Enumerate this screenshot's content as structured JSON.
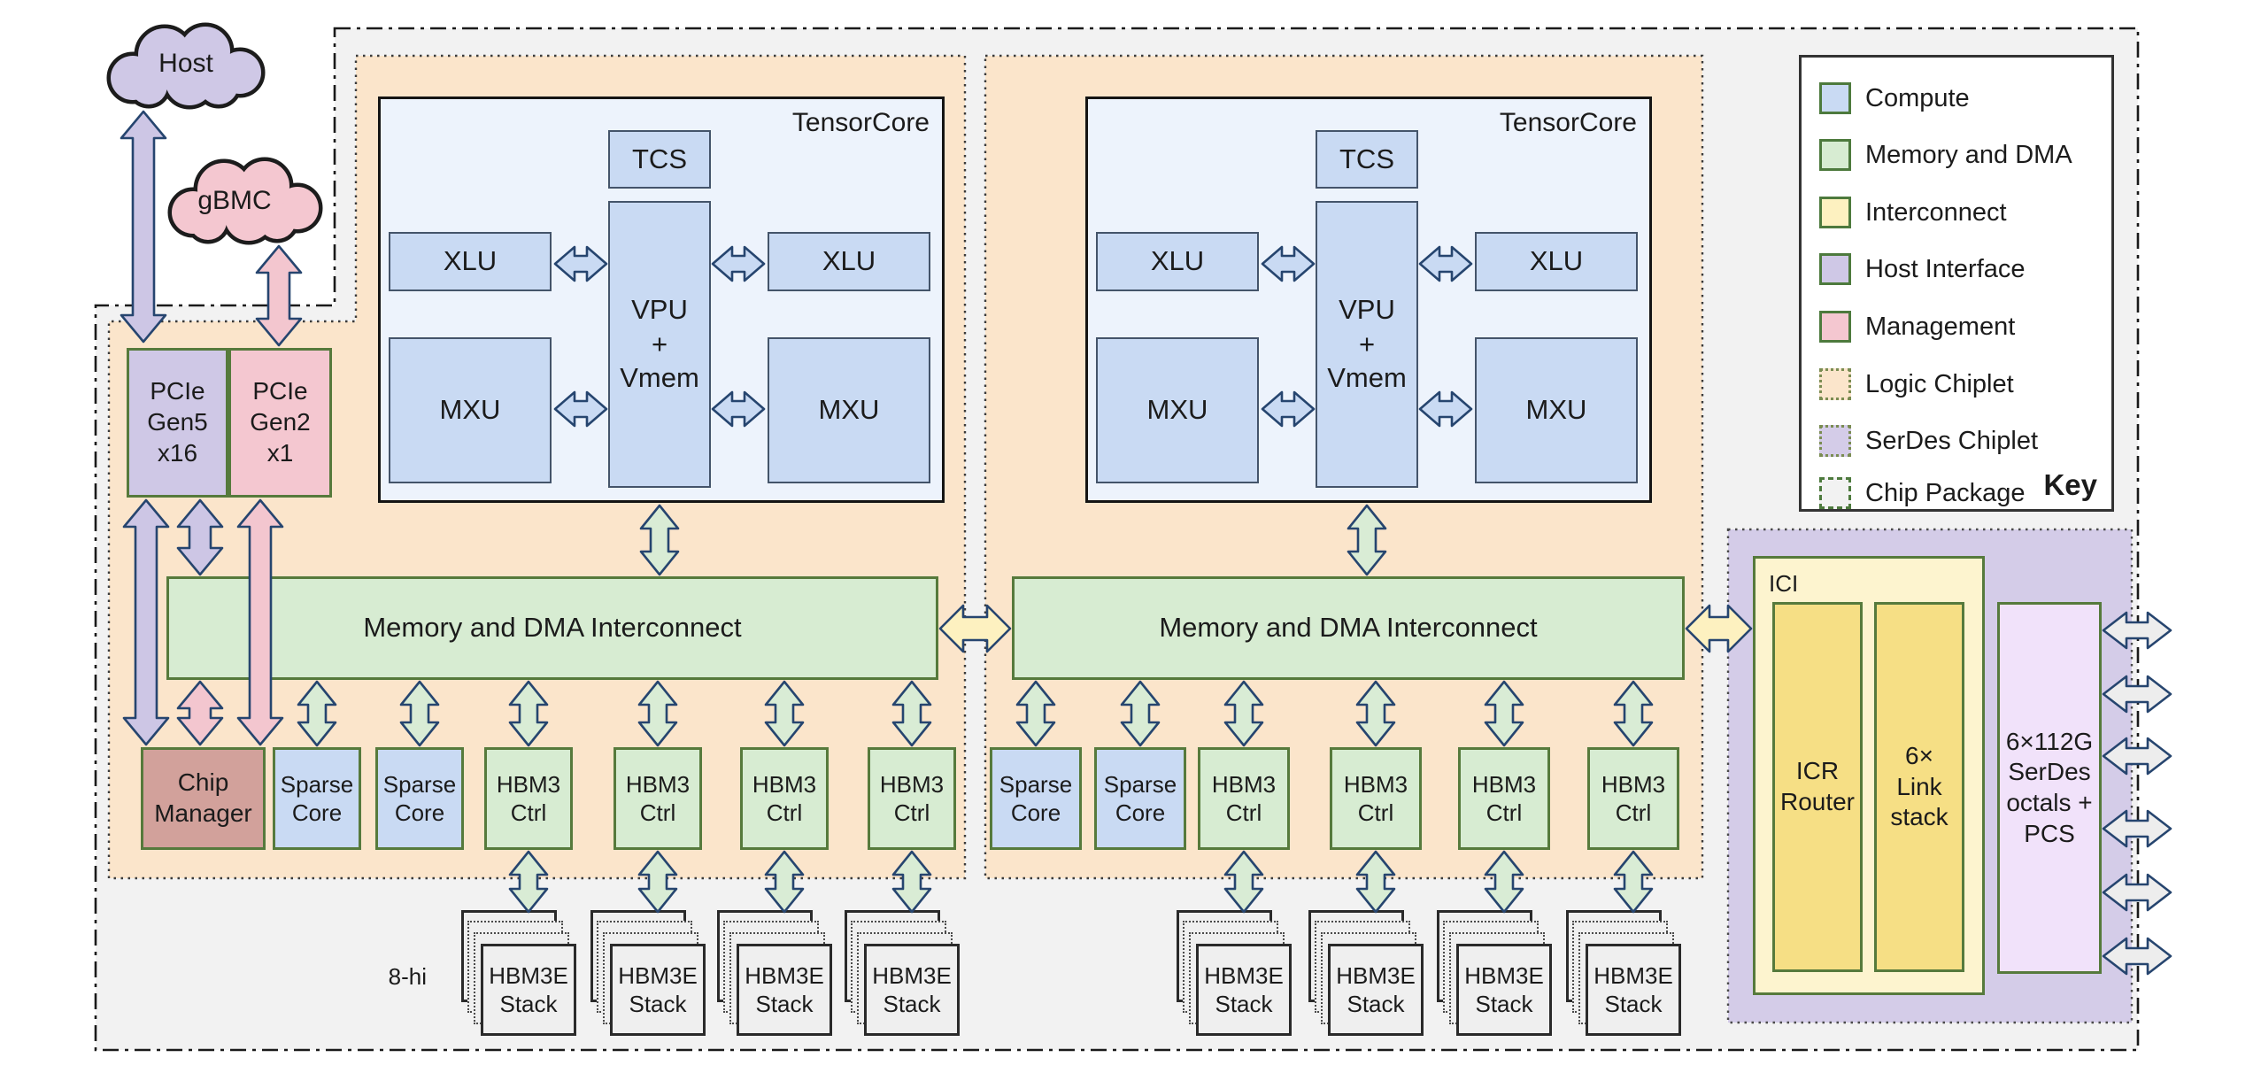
{
  "clouds": {
    "host": "Host",
    "gbmc": "gBMC"
  },
  "host_interface": {
    "pcie_gen5": [
      "PCIe",
      "Gen5",
      "x16"
    ],
    "pcie_gen2": [
      "PCIe",
      "Gen2",
      "x1"
    ]
  },
  "management": {
    "chip_manager": [
      "Chip",
      "Manager"
    ]
  },
  "compute": {
    "tensorcore_title": "TensorCore",
    "tcs": "TCS",
    "xlu": "XLU",
    "mxu": "MXU",
    "vpu": [
      "VPU",
      "+",
      "Vmem"
    ],
    "sparse_core": [
      "Sparse",
      "Core"
    ]
  },
  "memory": {
    "interconnect": "Memory and DMA Interconnect",
    "hbm3_ctrl": [
      "HBM3",
      "Ctrl"
    ],
    "hbm3e_stack": [
      "HBM3E",
      "Stack"
    ],
    "stack_height": "8-hi"
  },
  "ici": {
    "title": "ICI",
    "icr_router": [
      "ICR",
      "Router"
    ],
    "link_stack": [
      "6×",
      "Link",
      "stack"
    ]
  },
  "serdes": {
    "octals": [
      "6×112G",
      "SerDes",
      "octals +",
      "PCS"
    ]
  },
  "legend": {
    "title": "Key",
    "items": [
      {
        "label": "Compute",
        "color": "#c9daf3",
        "border": "solid"
      },
      {
        "label": "Memory and DMA",
        "color": "#d7ecd2",
        "border": "solid"
      },
      {
        "label": "Interconnect",
        "color": "#fdf1c0",
        "border": "solid"
      },
      {
        "label": "Host Interface",
        "color": "#cfc8e6",
        "border": "solid"
      },
      {
        "label": "Management",
        "color": "#f4c7d0",
        "border": "solid"
      },
      {
        "label": "Logic Chiplet",
        "color": "#fbe5cb",
        "border": "dotted"
      },
      {
        "label": "SerDes Chiplet",
        "color": "#d4cce8",
        "border": "dotted"
      },
      {
        "label": "Chip Package",
        "color": "#f2f2f2",
        "border": "dash-dot"
      }
    ]
  },
  "colors": {
    "arrow_outline": "#26456f",
    "arrow_purple": "#cdc6e5",
    "arrow_pink": "#f3c6cf",
    "arrow_green": "#d9ecd5",
    "arrow_blue": "#c9daf3",
    "arrow_yellow": "#fdf1c0",
    "arrow_grey": "#ededed",
    "logic_chiplet_bg": "#fbe5cb",
    "serdes_chiplet_bg": "#d4cce8",
    "chip_package_bg": "#f2f2f2",
    "tensorcore_bg": "#edf3fc"
  }
}
